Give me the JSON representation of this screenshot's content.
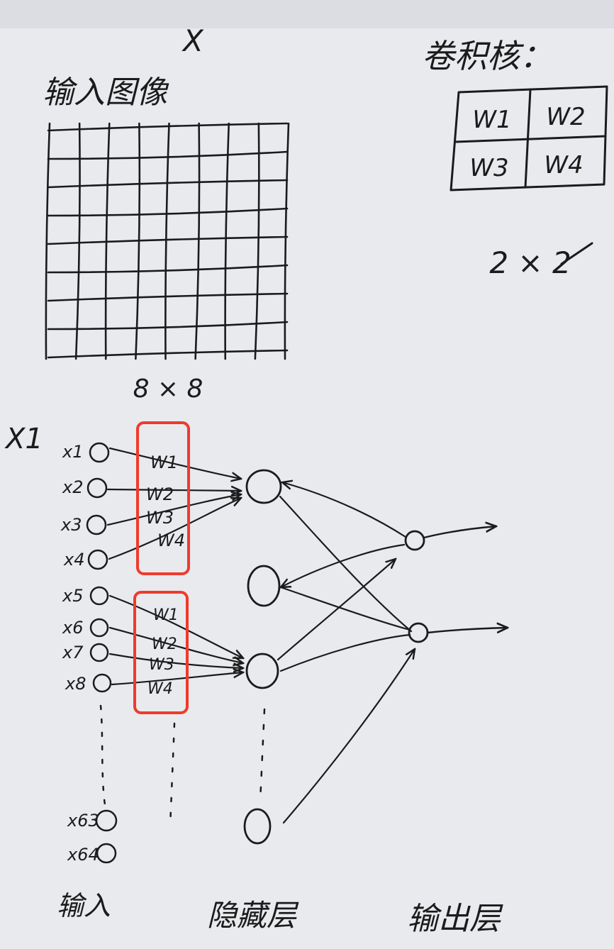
{
  "input_image": {
    "title": "输入图像",
    "mark": "X",
    "grid_rows": 8,
    "grid_cols": 8,
    "size_label": "8 × 8"
  },
  "kernel": {
    "title": "卷积核：",
    "cells": [
      "W1",
      "W2",
      "W3",
      "W4"
    ],
    "size_label": "2 × 2"
  },
  "network": {
    "input_vector_label": "X1",
    "input_nodes_top": [
      "x1",
      "x2",
      "x3",
      "x4",
      "x5",
      "x6",
      "x7",
      "x8"
    ],
    "input_nodes_bottom": [
      "x63",
      "x64"
    ],
    "weights_group_1": [
      "W1",
      "W2",
      "W3",
      "W4"
    ],
    "weights_group_2": [
      "W1",
      "W2",
      "W3",
      "W4"
    ],
    "highlight_color": "#ef3b2c",
    "hidden_node_count": 4,
    "output_node_count": 2
  },
  "labels": {
    "input": "输入",
    "hidden": "隐藏层",
    "output": "输出层"
  }
}
